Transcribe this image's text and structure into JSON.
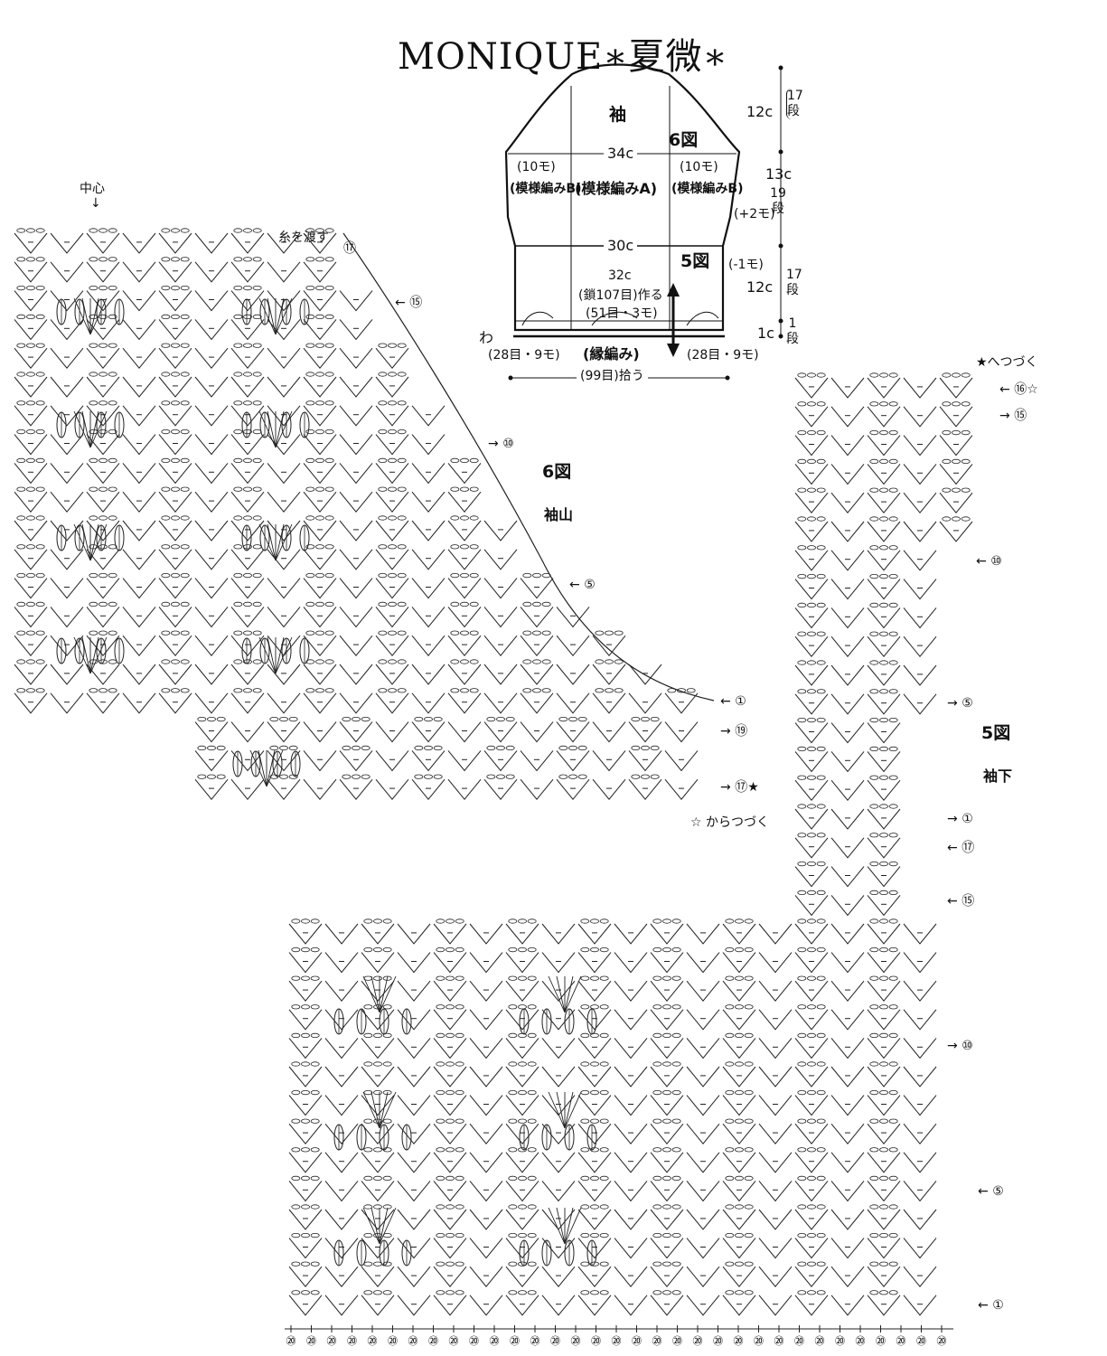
{
  "title": "MONIQUE∗夏微∗",
  "schematic": {
    "piece_name": "袖",
    "fig6_label": "6図",
    "fig5_label": "5図",
    "top_width": "34c",
    "mid_width": "30c",
    "bottom_width": "32c",
    "chain_note": "(鎖107目)作る",
    "pattern_note": "(51目・3モ)",
    "left_motif": "(10モ)",
    "right_motif": "(10モ)",
    "left_pattern": "(模様編みB)",
    "center_pattern": "(模様編みA)",
    "right_pattern": "(模様編みB)",
    "ring_label": "わ",
    "left_pickup": "(28目・9モ)",
    "border_label": "(縁編み)",
    "right_pickup": "(28目・9モ)",
    "total_pickup": "(99目)拾う",
    "cap_height": "12c",
    "cap_rows": "17",
    "upper_height": "13c",
    "upper_rows": "19",
    "upper_inc": "(+2モ)",
    "lower_height": "12c",
    "lower_rows": "17",
    "lower_dec": "(-1モ)",
    "border_height": "1c",
    "border_rows": "1",
    "rows_unit": "段"
  },
  "fig6": {
    "name": "6図",
    "sub": "袖山",
    "center_label": "中心",
    "pass_yarn": "糸を渡す",
    "rows": {
      "r17": "⑰",
      "r15": "⑮",
      "r10": "⑩",
      "r5": "⑤",
      "r1": "①",
      "r19": "⑲",
      "r17b": "⑰"
    },
    "star_mark": "★",
    "continue_from": "☆ からつづく"
  },
  "fig5": {
    "name": "5図",
    "sub": "袖下",
    "continue_to": "★へつづく",
    "rows": {
      "r16": "⑯",
      "r16star": "☆",
      "r15": "⑮",
      "r10": "⑩",
      "r5": "⑤",
      "r1": "①",
      "r17": "⑰",
      "r15b": "⑮",
      "r10b": "⑩",
      "r5b": "⑤",
      "r1b": "①"
    }
  },
  "footer_marks": [
    "⑳",
    "⑳",
    "⑳",
    "⑳",
    "⑳",
    "⑳",
    "⑳",
    "⑳",
    "⑳",
    "⑳",
    "⑳",
    "⑳",
    "⑳",
    "⑳",
    "⑳",
    "⑳",
    "⑳",
    "⑳",
    "⑳",
    "⑳",
    "⑳",
    "⑳",
    "⑳",
    "⑳",
    "⑳",
    "⑳",
    "⑳",
    "⑳",
    "⑳",
    "⑳",
    "⑳",
    "⑳",
    "⑳"
  ]
}
